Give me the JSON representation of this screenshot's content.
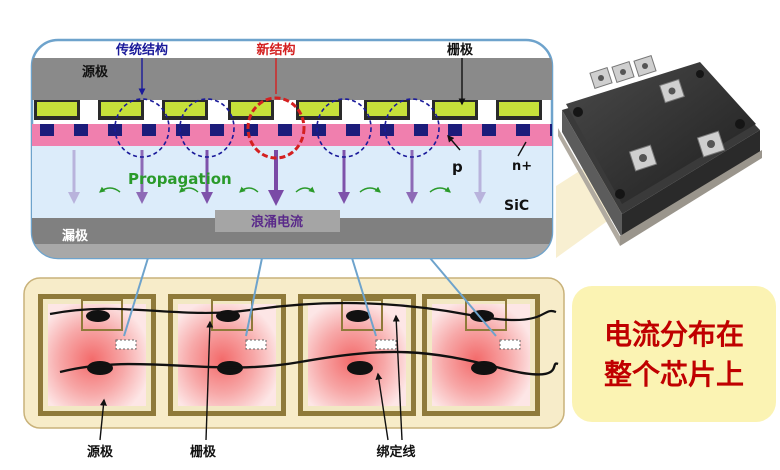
{
  "labels": {
    "traditional_structure": "传统结构",
    "new_structure": "新结构",
    "gate_top": "栅极",
    "source_top": "源极",
    "propagation": "Propagation",
    "p_region": "p",
    "n_plus_region": "n+",
    "sic_substrate": "SiC",
    "drain": "漏极",
    "surge_current": "浪涌电流",
    "source_bottom": "源极",
    "gate_bottom": "栅极",
    "bonding_wire": "绑定线",
    "callout_line1": "电流分布在",
    "callout_line2": "整个芯片上"
  },
  "colors": {
    "traditional_accent": "#1a1a9a",
    "new_accent": "#d42020",
    "propagation_text": "#2a9a2a",
    "arrow_purple": "#7a4aa6",
    "callout_text": "#c00000",
    "callout_bg": "#fbf3b3",
    "panel_border": "#6ea3cc",
    "chip_red": "#f36a6a",
    "bond_pad_frame": "#8f7a3a"
  },
  "icons": {
    "module": "power-module-icon"
  }
}
